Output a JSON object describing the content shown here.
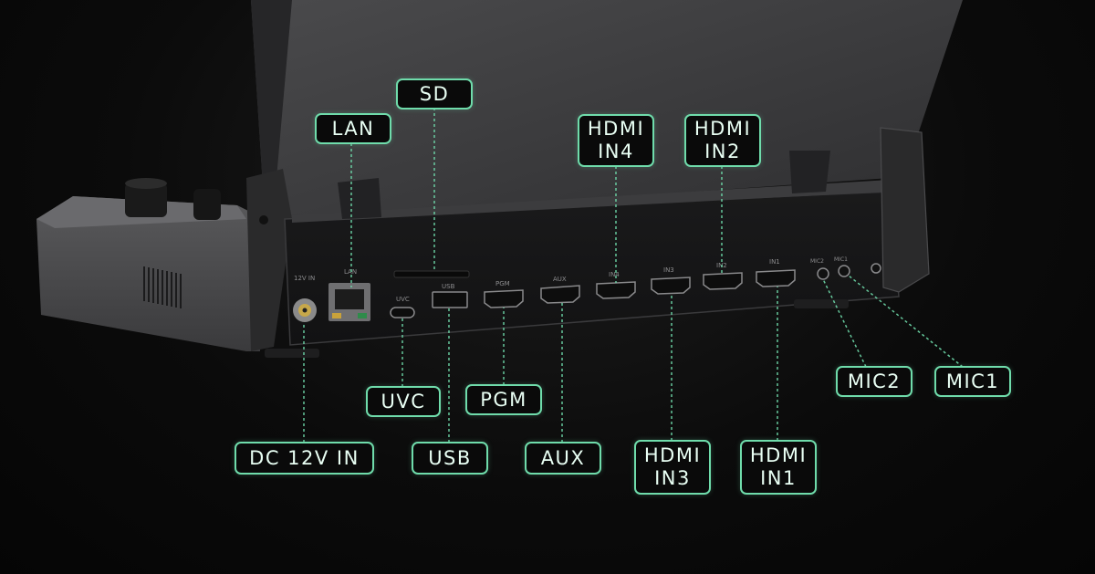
{
  "accent_color": "#6fdcab",
  "device": {
    "port_prints": {
      "dc": "12V IN",
      "lan": "LAN",
      "uvc": "UVC",
      "usb": "USB",
      "pgm": "PGM",
      "aux": "AUX",
      "in4": "IN4",
      "in3": "IN3",
      "in2": "IN2",
      "in1": "IN1",
      "mic2": "MIC2",
      "mic1": "MIC1"
    }
  },
  "callouts": {
    "sd": "SD",
    "lan": "LAN",
    "hdmi_in4": "HDMI\nIN4",
    "hdmi_in2": "HDMI\nIN2",
    "uvc": "UVC",
    "pgm": "PGM",
    "mic2": "MIC2",
    "mic1": "MIC1",
    "dc_12v_in": "DC 12V IN",
    "usb": "USB",
    "aux": "AUX",
    "hdmi_in3": "HDMI\nIN3",
    "hdmi_in1": "HDMI\nIN1"
  }
}
